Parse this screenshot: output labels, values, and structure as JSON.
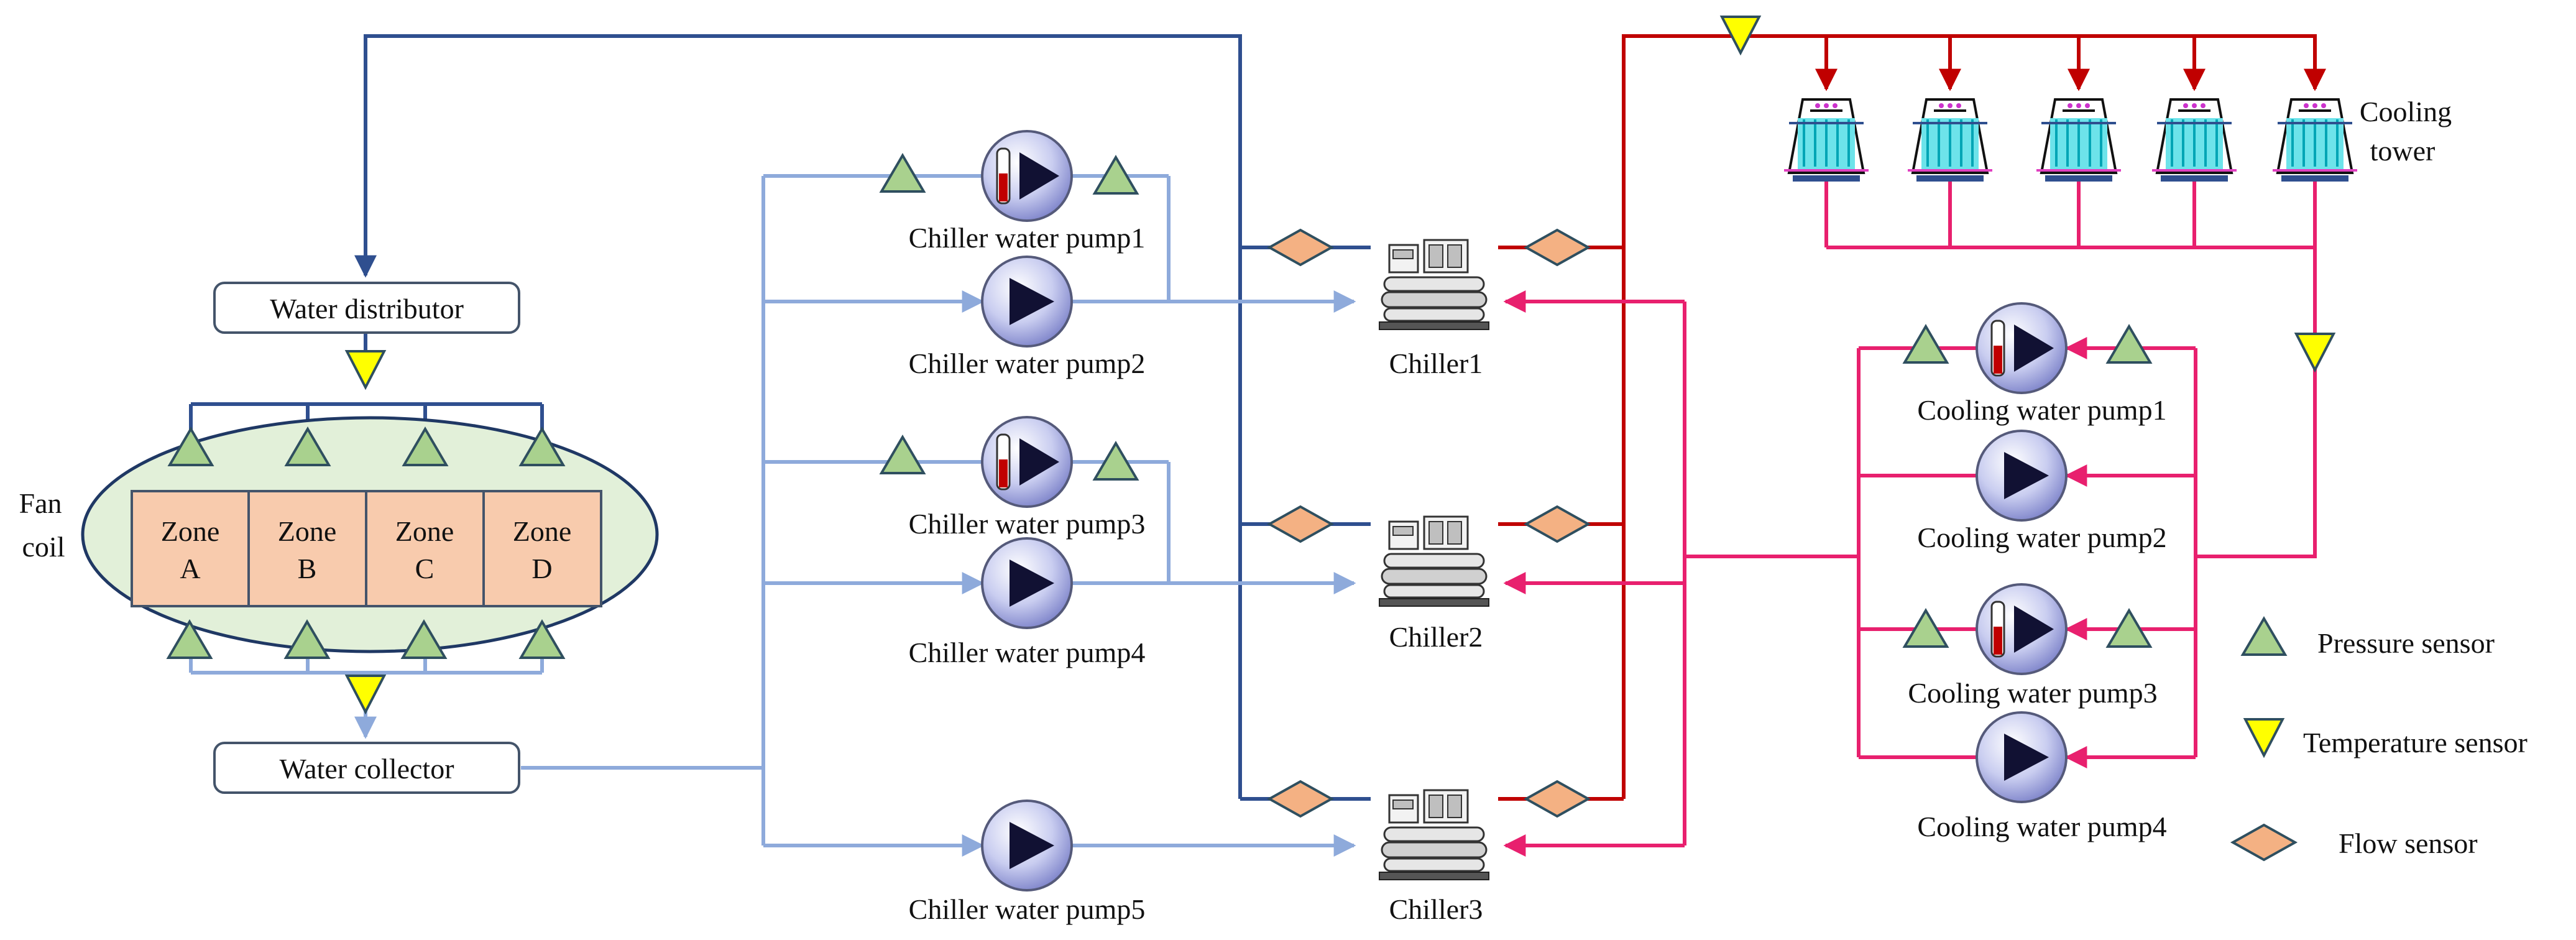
{
  "colors": {
    "chilled_supply": "#2f4f8f",
    "chilled_return": "#8eaadb",
    "condenser_hot": "#c00000",
    "condenser_cool": "#e8206e",
    "pressure_fill": "#a9d18e",
    "temperature_fill": "#ffff00",
    "flow_fill": "#f4b183",
    "zone_fill": "#f8cbad",
    "fancoil_fill": "#e2f0d9"
  },
  "labels": {
    "water_distributor": "Water distributor",
    "water_collector": "Water collector",
    "fan_coil_line1": "Fan",
    "fan_coil_line2": "coil",
    "cooling_tower_line1": "Cooling",
    "cooling_tower_line2": "tower"
  },
  "zones": [
    {
      "line1": "Zone",
      "line2": "A"
    },
    {
      "line1": "Zone",
      "line2": "B"
    },
    {
      "line1": "Zone",
      "line2": "C"
    },
    {
      "line1": "Zone",
      "line2": "D"
    }
  ],
  "chiller_pumps": [
    "Chiller water pump1",
    "Chiller water pump2",
    "Chiller water pump3",
    "Chiller water pump4",
    "Chiller water pump5"
  ],
  "chillers": [
    "Chiller1",
    "Chiller2",
    "Chiller3"
  ],
  "cooling_pumps": [
    "Cooling water pump1",
    "Cooling water pump2",
    "Cooling water pump3",
    "Cooling water pump4"
  ],
  "legend": {
    "pressure": "Pressure sensor",
    "temperature": "Temperature sensor",
    "flow": "Flow sensor"
  },
  "icons": {
    "pump": "pump-icon",
    "chiller": "chiller-icon",
    "cooling_tower": "cooling-tower-icon",
    "pressure": "pressure-sensor-icon",
    "temperature": "temperature-sensor-icon",
    "flow": "flow-sensor-icon"
  }
}
